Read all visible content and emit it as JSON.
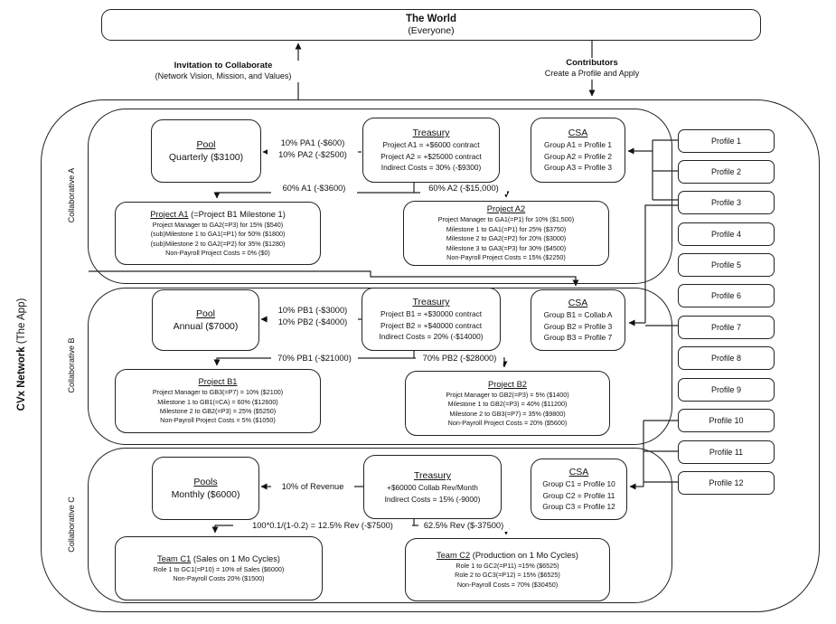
{
  "world": {
    "title": "The World",
    "subtitle": "(Everyone)"
  },
  "flows": {
    "invitation_title": "Invitation to Collaborate",
    "invitation_subtitle": "(Network Vision, Mission, and Values)",
    "contributors_title": "Contributors",
    "contributors_subtitle": "Create a Profile and Apply"
  },
  "network": {
    "name_bold": "CVx Network",
    "name_normal": " (The App)"
  },
  "collaboratives": [
    {
      "label": "Collaborative A",
      "pool": {
        "title": "Pool",
        "line": "Quarterly ($3100)"
      },
      "pool_flow_lines": [
        "10% PA1 (-$600)",
        "10% PA2 (-$2500)"
      ],
      "treasury": {
        "title": "Treasury",
        "lines": [
          "Project A1 = +$6000 contract",
          "Project A2 = +$25000 contract",
          "Indirect Costs = 30% (-$9300)"
        ]
      },
      "csa": {
        "title": "CSA",
        "lines": [
          "Group A1 = Profile 1",
          "Group A2 = Profile 2",
          "Group A3 = Profile 3"
        ]
      },
      "left_flow_label": "60% A1 (-$3600)",
      "right_flow_label": "60% A2 (-$15,000)",
      "left_box": {
        "title": "Project A1",
        "title_suffix": " (=Project B1 Milestone 1)",
        "lines": [
          "Project Manager to GA2(=P3) for 15% ($540)",
          "(sub)Milestone 1 to GA1(=P1) for 50% ($1800)",
          "(sub)Milestone 2 to GA2(=P2) for 35% ($1280)",
          "Non-Payroll Project Costs = 0% ($0)"
        ]
      },
      "right_box": {
        "title": "Project A2",
        "title_suffix": "",
        "lines": [
          "Project Manager to GA1(=P1) for 10% ($1,500)",
          "Milestone 1 to GA1(=P1) for 25% ($3750)",
          "Milestone 2 to GA2(=P2) for 20% ($3000)",
          "Milestone 3 to GA3(=P3) for 30% ($4500)",
          "Non-Payroll Project Costs = 15% ($2250)"
        ]
      }
    },
    {
      "label": "Collaborative B",
      "pool": {
        "title": "Pool",
        "line": "Annual ($7000)"
      },
      "pool_flow_lines": [
        "10% PB1 (-$3000)",
        "10% PB2 (-$4000)"
      ],
      "treasury": {
        "title": "Treasury",
        "lines": [
          "Project B1 = +$30000 contract",
          "Project B2 = +$40000 contract",
          "Indirect Costs = 20% (-$14000)"
        ]
      },
      "csa": {
        "title": "CSA",
        "lines": [
          "Group B1 = Collab A",
          "Group B2 = Profile 3",
          "Group B3 = Profile 7"
        ]
      },
      "left_flow_label": "70% PB1 (-$21000)",
      "right_flow_label": "70% PB2 (-$28000)",
      "left_box": {
        "title": "Project B1",
        "title_suffix": "",
        "lines": [
          "Project Manager to GB3(=P7) = 10% ($2100)",
          "Milestone 1 to GB1(=CA) = 60% ($12600)",
          "Milestone 2 to GB2(=P3) = 25% ($5250)",
          "Non-Payroll Project Costs = 5% ($1050)"
        ]
      },
      "right_box": {
        "title": "Project B2",
        "title_suffix": "",
        "lines": [
          "Projct Manager to GB2(=P3) = 5% ($1400)",
          "Milestone 1 to GB2(=P3) = 40% ($11200)",
          "Milestone 2 to GB3(=P7) = 35% ($9800)",
          "Non-Payroll Project Costs = 20% ($5600)"
        ]
      }
    },
    {
      "label": "Collaborative C",
      "pool": {
        "title": "Pools",
        "line": "Monthly ($6000)"
      },
      "pool_flow_lines": [
        "10% of Revenue"
      ],
      "treasury": {
        "title": "Treasury",
        "lines": [
          "+$60000 Collab Rev/Month",
          "Indirect Costs = 15% (-9000)"
        ]
      },
      "csa": {
        "title": "CSA",
        "lines": [
          "Group C1 = Profile 10",
          "Group C2 = Profile 11",
          "Group C3 = Profile 12"
        ]
      },
      "left_flow_label": "100*0.1/(1-0.2) = 12.5% Rev (-$7500)",
      "right_flow_label": "62.5% Rev ($-37500)",
      "left_box": {
        "title": "Team C1",
        "title_suffix": " (Sales on 1 Mo Cycles)",
        "lines": [
          "Role 1 to GC1(=P10) = 10% of Sales ($6000)",
          "Non-Payroll Costs 20% ($1500)"
        ]
      },
      "right_box": {
        "title": "Team C2",
        "title_suffix": " (Production on 1 Mo Cycles)",
        "lines": [
          "Role 1 to GC2(=P11) =15% ($6525)",
          "Role 2 to GC3(=P12) = 15% ($6525)",
          "Non-Payroll Costs = 70% ($30450)"
        ]
      }
    }
  ],
  "profiles": [
    "Profile 1",
    "Profile 2",
    "Profile 3",
    "Profile 4",
    "Profile 5",
    "Profile 6",
    "Profile 7",
    "Profile 8",
    "Profile 9",
    "Profile 10",
    "Profile 11",
    "Profile 12"
  ]
}
